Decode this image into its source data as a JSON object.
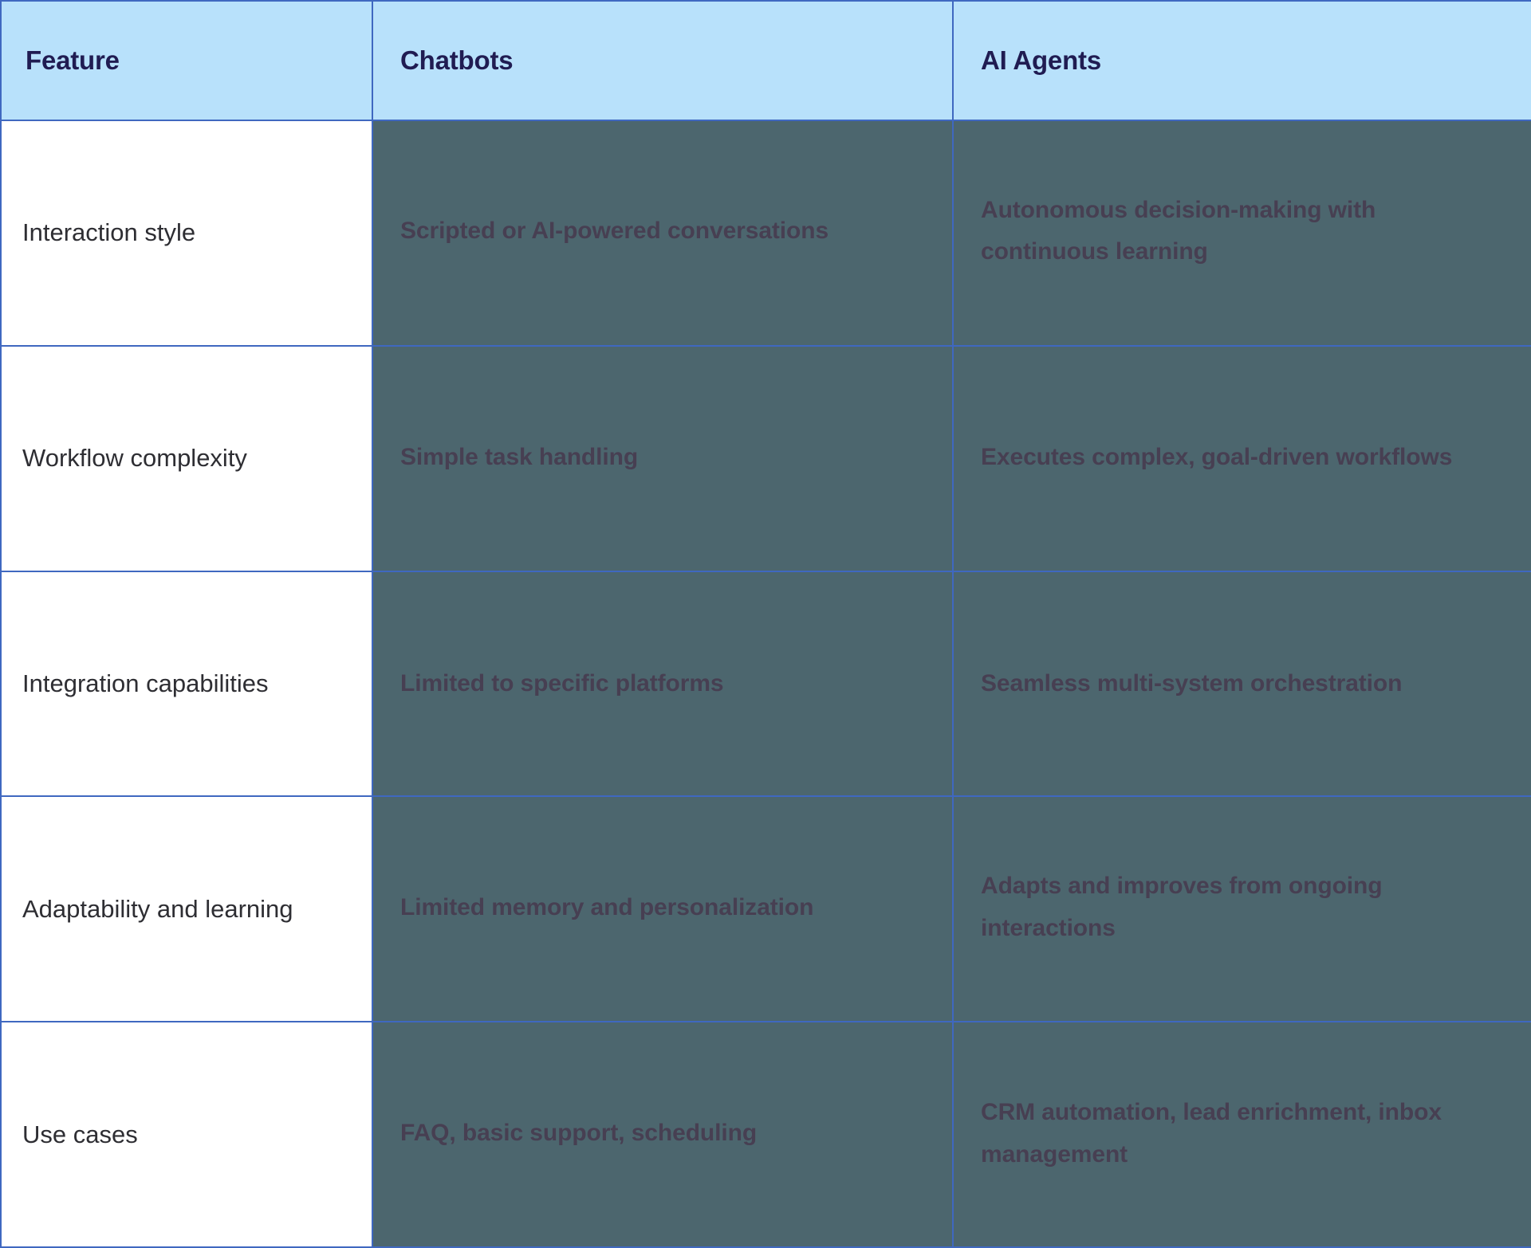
{
  "table": {
    "columns": [
      {
        "key": "feature",
        "label": "Feature"
      },
      {
        "key": "chatbots",
        "label": "Chatbots"
      },
      {
        "key": "agents",
        "label": "AI Agents"
      }
    ],
    "rows": [
      {
        "feature": "Interaction style",
        "chatbots": "Scripted or AI-powered conversations",
        "agents": "Autonomous decision-making with continuous learning"
      },
      {
        "feature": "Workflow complexity",
        "chatbots": "Simple task handling",
        "agents": "Executes complex, goal-driven workflows"
      },
      {
        "feature": "Integration capabilities",
        "chatbots": "Limited to specific platforms",
        "agents": "Seamless multi-system orchestration"
      },
      {
        "feature": "Adaptability and learning",
        "chatbots": "Limited memory and personalization",
        "agents": "Adapts and improves from ongoing interactions"
      },
      {
        "feature": "Use cases",
        "chatbots": "FAQ, basic support, scheduling",
        "agents": "CRM automation, lead enrichment, inbox management"
      }
    ]
  },
  "colors": {
    "header_background": "#b8e1fb",
    "header_text": "#201c52",
    "grid_border": "#3f68c0",
    "feature_cell_background": "#ffffff",
    "feature_cell_text": "#2e2e33",
    "value_cell_background": "#4c666e",
    "value_cell_text": "#473f52"
  }
}
